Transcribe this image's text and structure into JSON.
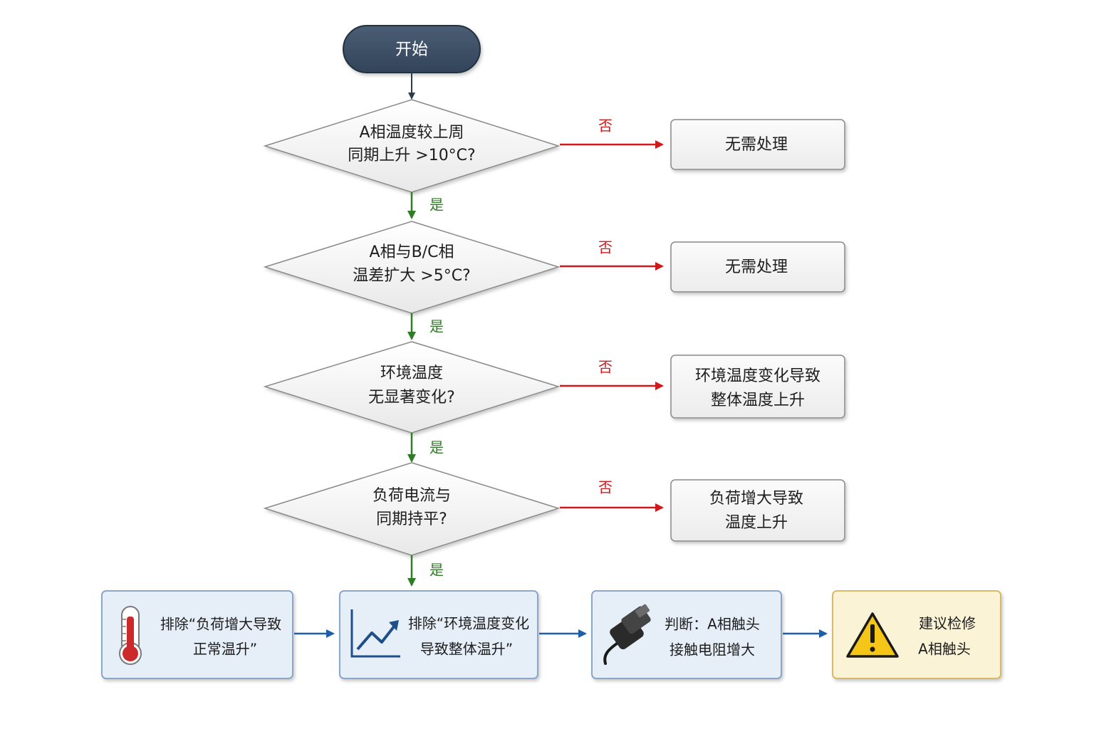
{
  "start": {
    "label": "开始"
  },
  "labels": {
    "yes": "是",
    "no": "否"
  },
  "decisions": [
    {
      "line1": "A相温度较上周",
      "line2": "同期上升 >10°C?"
    },
    {
      "line1": "A相与B/C相",
      "line2": "温差扩大 >5°C?"
    },
    {
      "line1": "环境温度",
      "line2": "无显著变化?"
    },
    {
      "line1": "负荷电流与",
      "line2": "同期持平?"
    }
  ],
  "outcomes": [
    {
      "line1": "无需处理",
      "line2": ""
    },
    {
      "line1": "无需处理",
      "line2": ""
    },
    {
      "line1": "环境温度变化导致",
      "line2": "整体温度上升"
    },
    {
      "line1": "负荷增大导致",
      "line2": "温度上升"
    }
  ],
  "steps": [
    {
      "line1": "排除“负荷增大导致",
      "line2": "正常温升”",
      "icon": "thermometer-icon"
    },
    {
      "line1": "排除“环境温度变化",
      "line2": "导致整体温升”",
      "icon": "trend-up-icon"
    },
    {
      "line1": "判断：A相触头",
      "line2": "接触电阻增大",
      "icon": "connector-icon"
    },
    {
      "line1": "建议检修",
      "line2": "A相触头",
      "icon": "warning-icon"
    }
  ],
  "colors": {
    "start_fill": "#3f5166",
    "no_arrow": "#d0191b",
    "yes_arrow": "#2e7d24",
    "flow_arrow": "#1f5fa8",
    "step_fill": "#e6eef8",
    "step_border": "#7f9fc4",
    "final_fill": "#fbf3d6",
    "final_border": "#d4b35a"
  }
}
